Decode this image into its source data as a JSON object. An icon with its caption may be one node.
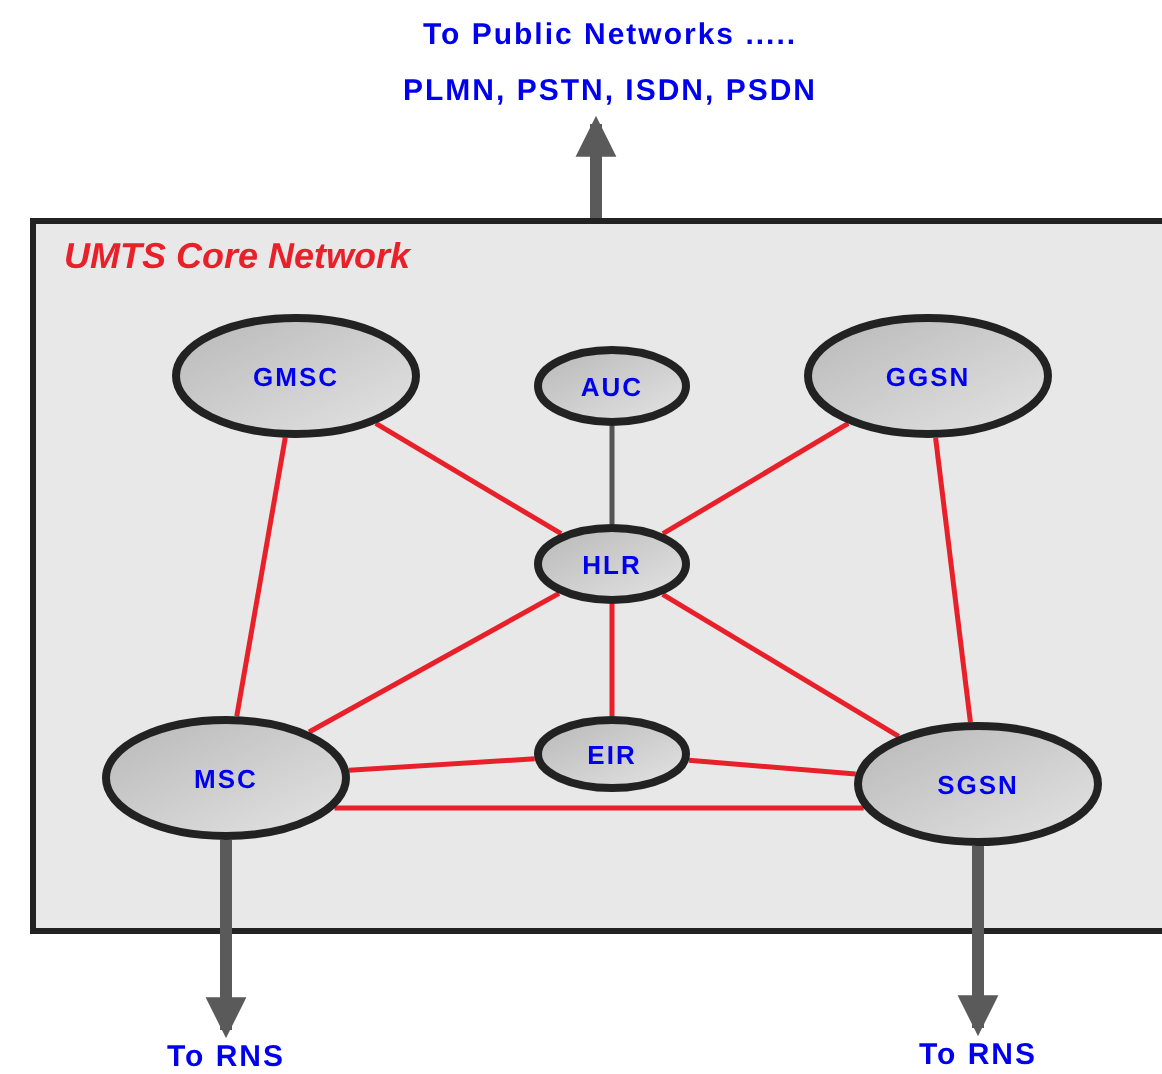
{
  "diagram": {
    "nodes": [
      {
        "text": [
          "To Public Networks .....",
          "PLMN, PSTN, ISDN, PSDN"
        ]
      },
      {
        "text": [
          "UMTS Core Network"
        ]
      },
      {
        "text": [
          "GMSC"
        ],
        "in": 1
      },
      {
        "text": [
          "AUC"
        ],
        "in": 1
      },
      {
        "text": [
          "GGSN"
        ],
        "in": 1
      },
      {
        "text": [
          "HLR"
        ],
        "in": 1
      },
      {
        "text": [
          "MSC"
        ],
        "in": 1
      },
      {
        "text": [
          "EIR"
        ],
        "in": 1
      },
      {
        "text": [
          "SGSN"
        ],
        "in": 1
      },
      {
        "text": [
          "To RNS"
        ]
      },
      {
        "text": [
          "To RNS"
        ]
      }
    ],
    "edges": [
      {
        "from": 2,
        "to": 6,
        "arrow": "none"
      },
      {
        "from": 2,
        "to": 5,
        "arrow": "none"
      },
      {
        "from": 3,
        "to": 5,
        "arrow": "none",
        "color": "#555555"
      },
      {
        "from": 4,
        "to": 5,
        "arrow": "none"
      },
      {
        "from": 4,
        "to": 8,
        "arrow": "none"
      },
      {
        "from": 5,
        "to": 6,
        "arrow": "none"
      },
      {
        "from": 5,
        "to": 7,
        "arrow": "none"
      },
      {
        "from": 5,
        "to": 8,
        "arrow": "none"
      },
      {
        "from": 6,
        "to": 7,
        "arrow": "none"
      },
      {
        "from": 7,
        "to": 8,
        "arrow": "none"
      },
      {
        "from": 6,
        "to": 8,
        "arrow": "none"
      },
      {
        "from": 1,
        "to": 0,
        "arrow": "to",
        "style": "thick",
        "color": "#5a5a5a"
      },
      {
        "from": 6,
        "to": 9,
        "arrow": "to",
        "style": "thick",
        "color": "#5a5a5a"
      },
      {
        "from": 8,
        "to": 10,
        "arrow": "to",
        "style": "thick",
        "color": "#5a5a5a"
      }
    ]
  }
}
